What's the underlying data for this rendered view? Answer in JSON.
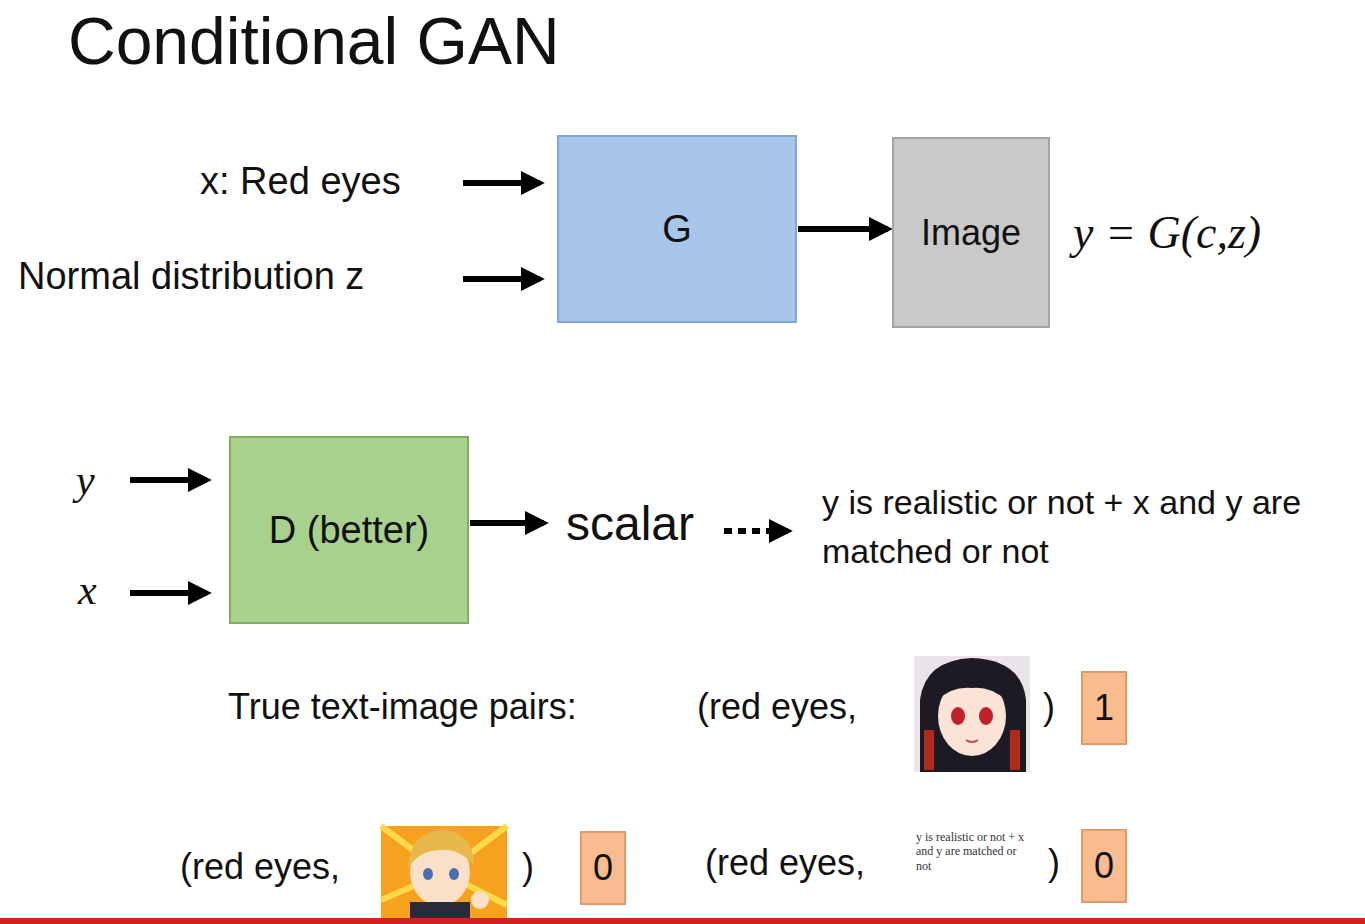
{
  "diagram": {
    "title": "Conditional GAN",
    "nodes": [
      {
        "text": [
          "G"
        ]
      },
      {
        "text": [
          "Image"
        ]
      },
      {
        "text": [
          "D (better)"
        ]
      },
      {
        "text": [
          "1"
        ]
      },
      {
        "text": [
          "0"
        ]
      },
      {
        "text": [
          "0"
        ]
      }
    ],
    "edges": [
      {
        "from": 0,
        "to": 1,
        "arrow": "to"
      }
    ],
    "labels": [
      "x: Red eyes",
      "Normal distribution z",
      "y = G(c,z)",
      "y",
      "x",
      "scalar",
      "y is realistic or not + x and y are matched or not",
      "True text-image pairs:",
      "(red eyes,",
      ")",
      "(red eyes,",
      ")",
      "(red eyes,",
      "y is realistic or not + x and y are matched or not",
      ")"
    ]
  }
}
